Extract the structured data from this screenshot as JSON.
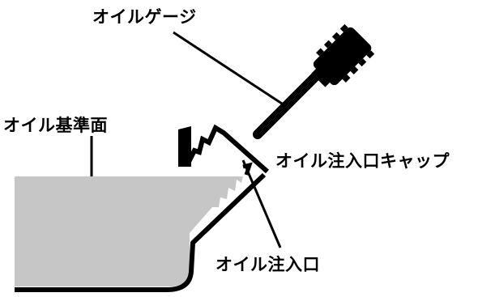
{
  "diagram": {
    "labels": {
      "oil_gauge": "オイルゲージ",
      "oil_reference_level": "オイル基準面",
      "oil_filler_cap": "オイル注入口キャップ",
      "oil_filler_port": "オイル注入口"
    }
  },
  "colors": {
    "oil_fill": "#c6c6c6",
    "line": "#000000",
    "label": "#000000"
  }
}
